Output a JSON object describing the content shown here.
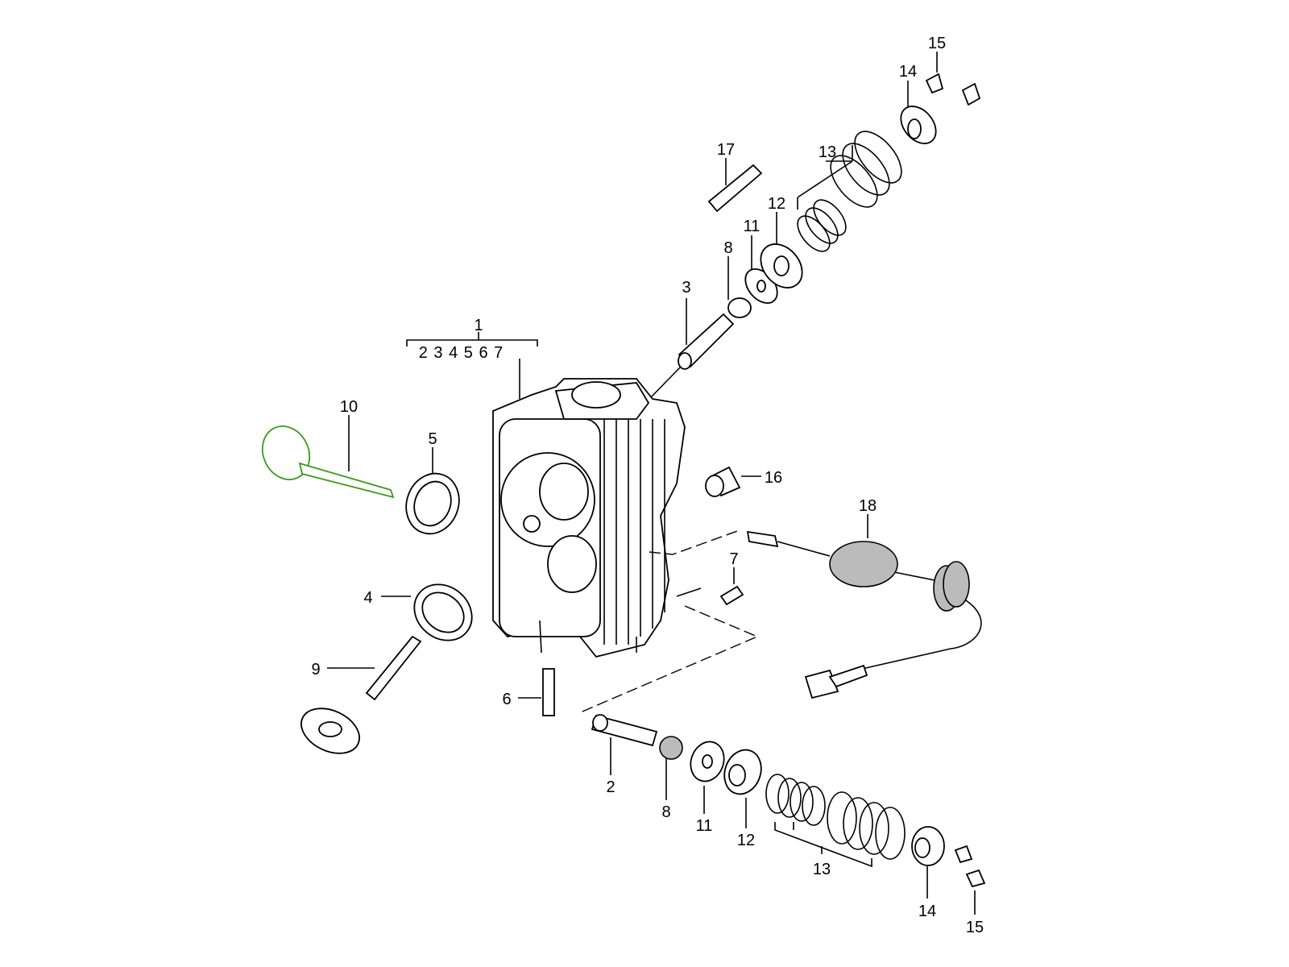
{
  "diagram": {
    "highlight_color": "#3a9a1a",
    "labels": {
      "l15a": "15",
      "l14a": "14",
      "l17": "17",
      "l13a": "13",
      "l12a": "12",
      "l11a": "11",
      "l8a": "8",
      "l3": "3",
      "l1": "1",
      "l1sub": "2 3 4 5 6 7",
      "l10": "10",
      "l5": "5",
      "l16": "16",
      "l18": "18",
      "l7": "7",
      "l4": "4",
      "l9": "9",
      "l6": "6",
      "l2": "2",
      "l8b": "8",
      "l11b": "11",
      "l12b": "12",
      "l13b": "13",
      "l14b": "14",
      "l15b": "15"
    }
  }
}
